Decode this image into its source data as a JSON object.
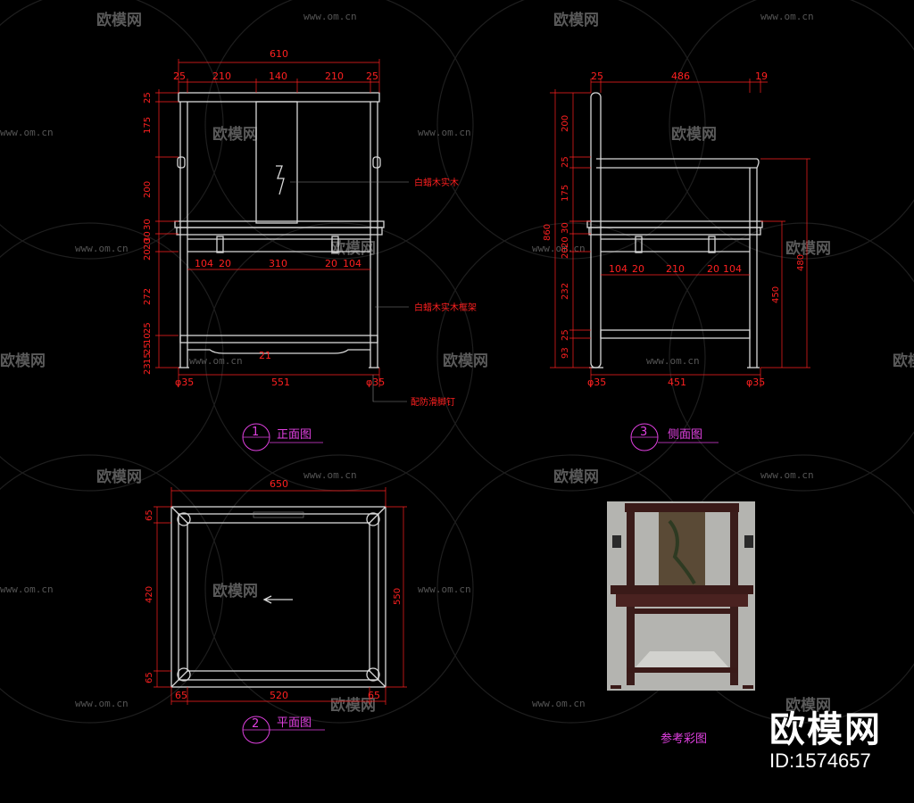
{
  "views": {
    "front": {
      "number": "1",
      "title": "正面图"
    },
    "side": {
      "number": "3",
      "title": "侧面图"
    },
    "plan": {
      "number": "2",
      "title": "平面图"
    },
    "photo": {
      "title": "参考彩图"
    }
  },
  "notes": {
    "back_panel": "白蜡木实木",
    "frame": "白蜡木实木框架",
    "foot_pad": "配防滑脚钉"
  },
  "front_dims": {
    "total_width": "610",
    "top_segments": [
      "25",
      "210",
      "140",
      "210",
      "25"
    ],
    "left_heights": [
      "25",
      "175",
      "200",
      "30",
      "30",
      "20",
      "20",
      "272",
      "25",
      "10",
      "25",
      "15",
      "23"
    ],
    "apron_segments": [
      "104",
      "20",
      "310",
      "20",
      "104"
    ],
    "bottom_left": "φ35",
    "bottom_width": "551",
    "bottom_right": "φ35",
    "stretcher": "21"
  },
  "side_dims": {
    "top_segments": [
      "25",
      "486",
      "19"
    ],
    "left_total": "860",
    "left_heights": [
      "200",
      "25",
      "175",
      "30",
      "20",
      "20",
      "232",
      "25",
      "93"
    ],
    "apron_segments": [
      "104",
      "20",
      "210",
      "20",
      "104"
    ],
    "right_outer": "480",
    "right_inner": "450",
    "bottom_left": "φ35",
    "bottom_width": "451",
    "bottom_right": "φ35"
  },
  "plan_dims": {
    "total_width": "650",
    "left_heights": [
      "65",
      "420",
      "65"
    ],
    "right_height": "550",
    "bottom_segments": [
      "65",
      "520",
      "65"
    ]
  },
  "watermark": {
    "name": "欧模网",
    "url": "www.om.cn"
  },
  "brand": {
    "name": "欧模网",
    "id": "ID:1574657"
  }
}
